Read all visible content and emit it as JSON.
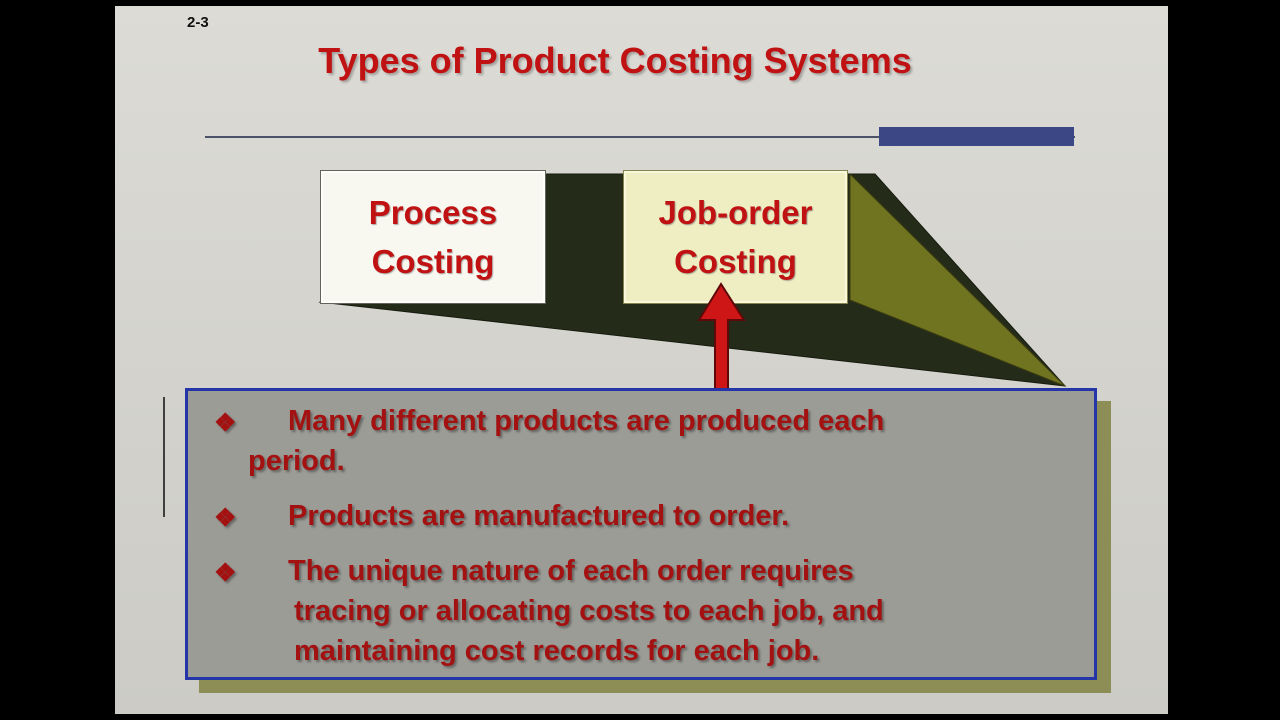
{
  "slide": {
    "page_number": "2-3",
    "title": "Types of Product Costing Systems",
    "diagram": {
      "process_box": {
        "line1": "Process",
        "line2": "Costing"
      },
      "job_order_box": {
        "line1": "Job-order",
        "line2": "Costing"
      }
    },
    "bullet_glyph": "❖",
    "bullets": [
      {
        "lines": [
          "Many different products are produced each",
          "period."
        ]
      },
      {
        "lines": [
          "Products are manufactured to order."
        ]
      },
      {
        "lines": [
          "The unique nature of each order requires",
          "tracing or allocating costs to each job, and",
          "maintaining cost records for each job."
        ]
      }
    ],
    "colors": {
      "title_red": "#c01212",
      "bullet_red": "#a31111",
      "accent_navy": "#3c4786",
      "wedge_dark": "#242c19",
      "wedge_olive": "#70731f",
      "panel_gray": "#9c9c97",
      "panel_border_blue": "#2435a8",
      "panel_shadow_olive": "#8c8e55",
      "process_box_bg": "#f8f7f0",
      "job_order_box_bg": "#efeec3",
      "arrow_red": "#cf1616"
    }
  }
}
